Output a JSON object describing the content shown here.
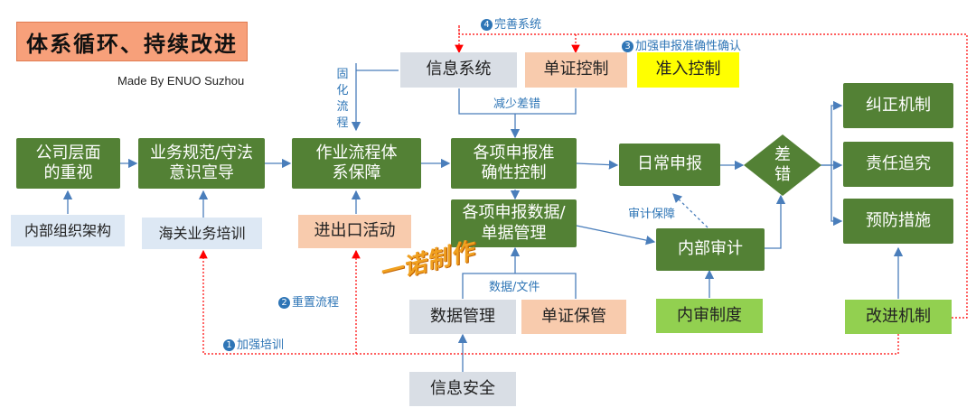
{
  "title": "体系循环、持续改进",
  "made_by": "Made By ENUO Suzhou",
  "watermark": "一诺制作",
  "boxes": {
    "company": "公司层面的重视",
    "business": "业务规范/守法意识宣导",
    "workflow": "作业流程体系保障",
    "accuracy": "各项申报准确性控制",
    "data_mgmt": "各项申报数据/单据管理",
    "daily": "日常申报",
    "error": "差错",
    "correct": "纠正机制",
    "accountability": "责任追究",
    "prevention": "预防措施",
    "info_system": "信息系统",
    "doc_control": "单证控制",
    "access_control": "准入控制",
    "org": "内部组织架构",
    "customs_training": "海关业务培训",
    "import_export": "进出口活动",
    "internal_audit": "内部审计",
    "data_manage": "数据管理",
    "doc_storage": "单证保管",
    "audit_system": "内审制度",
    "improve": "改进机制",
    "info_security": "信息安全"
  },
  "labels": {
    "solidify": "固化流程",
    "reduce_errors": "减少差错",
    "audit_guarantee": "审计保障",
    "data_files": "数据/文件",
    "n1_num": "1",
    "n1_text": "加强培训",
    "n2_num": "2",
    "n2_text": "重置流程",
    "n3_num": "3",
    "n3_text": "加强申报准确性确认",
    "n4_num": "4",
    "n4_text": "完善系统"
  },
  "colors": {
    "green": "#538135",
    "gray": "#d9dee5",
    "peach": "#f8cbad",
    "light_blue": "#dde8f4",
    "yellow": "#ffff00",
    "lime": "#92d050",
    "arrow_blue": "#2e75b6",
    "feedback_red": "#ff0000",
    "title_bg": "#f7a07a"
  }
}
